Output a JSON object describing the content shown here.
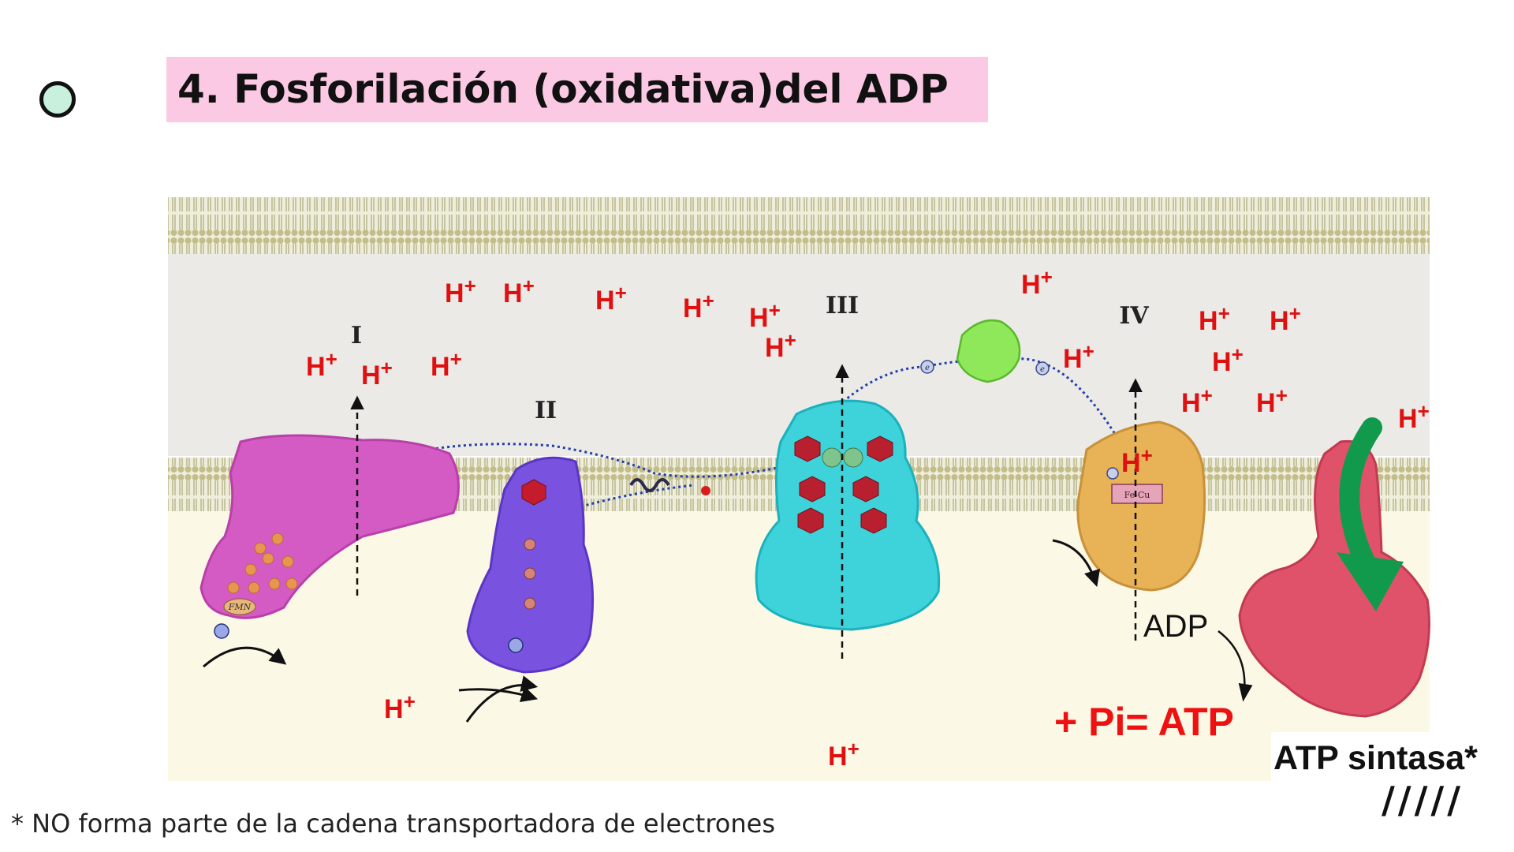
{
  "slide": {
    "title": "4. Fosforilación (oxidativa)del ADP",
    "footnote": "* NO forma parte de la cadena transportadora de electrones"
  },
  "diagram": {
    "complex_labels": [
      "I",
      "II",
      "III",
      "IV"
    ],
    "proton_label": "H+",
    "cofactor_labels": {
      "fmn": "FMN",
      "fecu": "Fe-Cu"
    },
    "electron_label": "e",
    "adp_label": "ADP",
    "reaction_label": "+ Pi= ATP",
    "atp_synthase_label": "ATP sintasa*",
    "hash_marks": "/////"
  },
  "colors": {
    "title_highlight": "#fcc9e4",
    "bullet_fill": "#c8f0dc",
    "proton": "#e01010",
    "complex_I": "#d45bc4",
    "complex_II": "#7a52e0",
    "complex_III": "#3ed2db",
    "complex_IV": "#e8b256",
    "cytochrome_c": "#8fe85a",
    "atp_synthase": "#e0526a",
    "green_arrow": "#129a4c",
    "reaction_text": "#ee1111"
  }
}
